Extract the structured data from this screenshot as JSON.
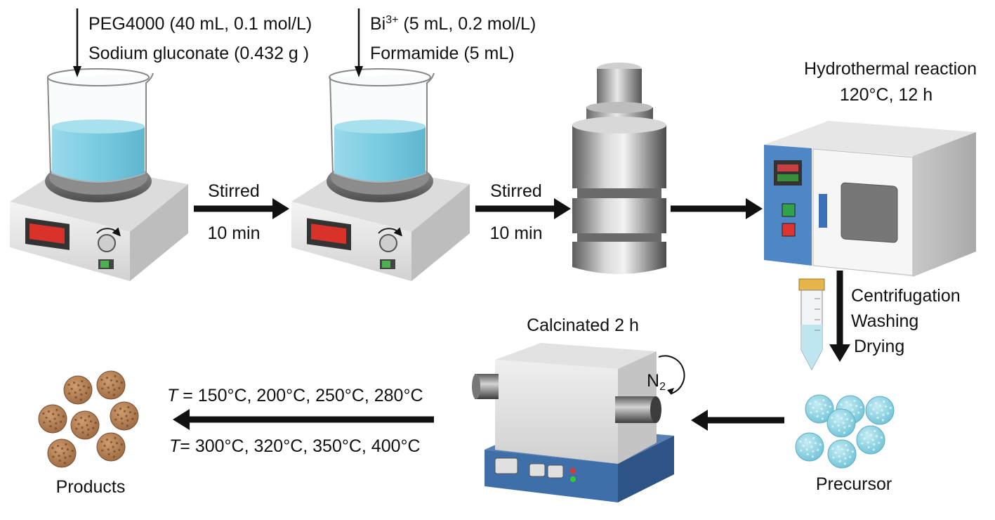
{
  "step1": {
    "reagent_line1": "PEG4000 (40 mL, 0.1 mol/L)",
    "reagent_line2": "Sodium gluconate (0.432 g )"
  },
  "step2": {
    "ion_symbol": "Bi",
    "ion_charge": "3+",
    "ion_amount": " (5 mL, 0.2 mol/L)",
    "reagent_line2": "Formamide (5 mL)"
  },
  "arrow1": {
    "top": "Stirred",
    "bottom": "10 min"
  },
  "arrow2": {
    "top": "Stirred",
    "bottom": "10 min"
  },
  "hydrothermal": {
    "title": "Hydrothermal reaction",
    "conditions": "120°C, 12 h"
  },
  "post_treatment": [
    "Centrifugation",
    "Washing",
    "Drying"
  ],
  "precursor_label": "Precursor",
  "calcination": {
    "title": "Calcinated 2 h",
    "gas_symbol": "N",
    "gas_subscript": "2"
  },
  "temperatures": {
    "var_symbol": "T",
    "line1": " = 150°C, 200°C, 250°C, 280°C",
    "line2": "= 300°C, 320°C, 350°C, 400°C"
  },
  "products_label": "Products",
  "colors": {
    "liquid": "#7fd0e3",
    "stirrer_body": "#e9e9e9",
    "display_red": "#d9322b",
    "oven_panel": "#4f86c6",
    "furnace_base": "#3f6fa8",
    "product_particle": "#b7835a",
    "precursor_particle": "#8fd3e3",
    "arrow": "#111111"
  }
}
